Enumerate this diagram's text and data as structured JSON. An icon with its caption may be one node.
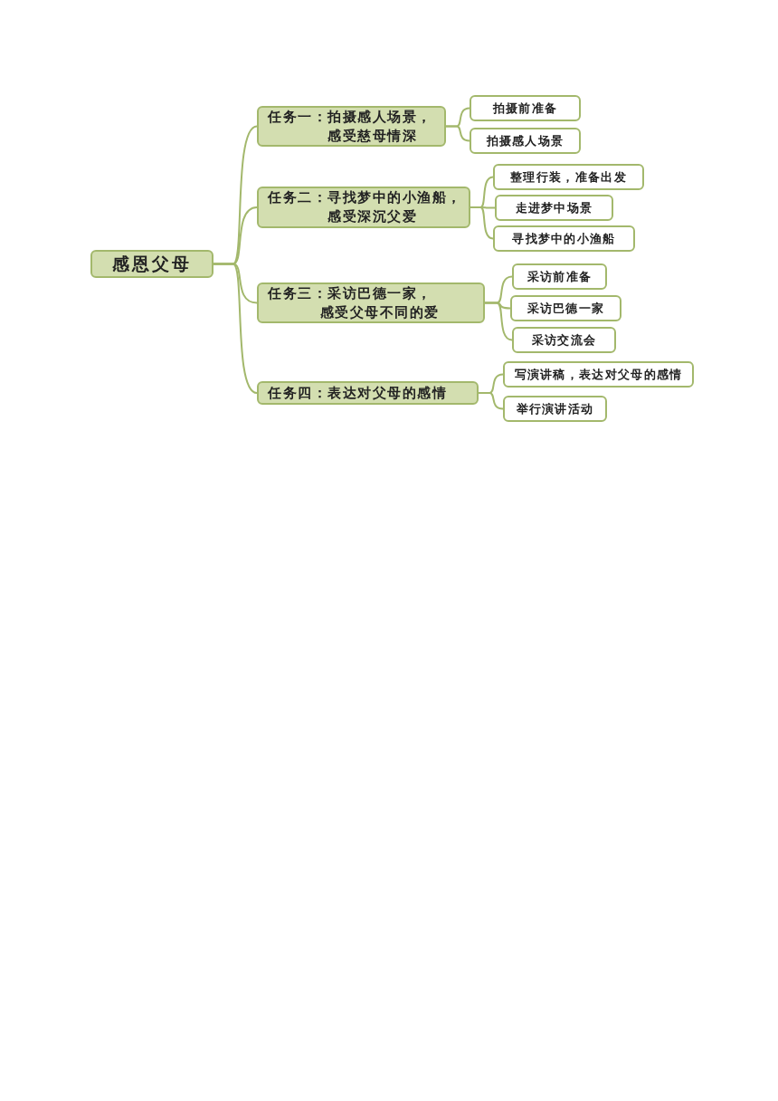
{
  "diagram": {
    "nodes": [
      {
        "text": [
          "感恩父母"
        ]
      },
      {
        "text": [
          "任务一：拍摄感人场景，感受慈母情深"
        ]
      },
      {
        "text": [
          "拍摄前准备"
        ]
      },
      {
        "text": [
          "拍摄感人场景"
        ]
      },
      {
        "text": [
          "任务二：寻找梦中的小渔船，感受深沉父爱"
        ]
      },
      {
        "text": [
          "整理行装，准备出发"
        ]
      },
      {
        "text": [
          "走进梦中场景"
        ]
      },
      {
        "text": [
          "寻找梦中的小渔船"
        ]
      },
      {
        "text": [
          "任务三：采访巴德一家，感受父母不同的爱"
        ]
      },
      {
        "text": [
          "采访前准备"
        ]
      },
      {
        "text": [
          "采访巴德一家"
        ]
      },
      {
        "text": [
          "采访交流会"
        ]
      },
      {
        "text": [
          "任务四：表达对父母的感情"
        ]
      },
      {
        "text": [
          "写演讲稿，表达对父母的感情"
        ]
      },
      {
        "text": [
          "举行演讲活动"
        ]
      }
    ],
    "edges": [
      {
        "from": 0,
        "to": 1,
        "arrow": "none"
      },
      {
        "from": 0,
        "to": 4,
        "arrow": "none"
      },
      {
        "from": 0,
        "to": 8,
        "arrow": "none"
      },
      {
        "from": 0,
        "to": 12,
        "arrow": "none"
      },
      {
        "from": 1,
        "to": 2,
        "arrow": "none"
      },
      {
        "from": 1,
        "to": 3,
        "arrow": "none"
      },
      {
        "from": 4,
        "to": 5,
        "arrow": "none"
      },
      {
        "from": 4,
        "to": 6,
        "arrow": "none"
      },
      {
        "from": 4,
        "to": 7,
        "arrow": "none"
      },
      {
        "from": 8,
        "to": 9,
        "arrow": "none"
      },
      {
        "from": 8,
        "to": 10,
        "arrow": "none"
      },
      {
        "from": 8,
        "to": 11,
        "arrow": "none"
      },
      {
        "from": 12,
        "to": 13,
        "arrow": "none"
      },
      {
        "from": 12,
        "to": 14,
        "arrow": "none"
      }
    ]
  }
}
